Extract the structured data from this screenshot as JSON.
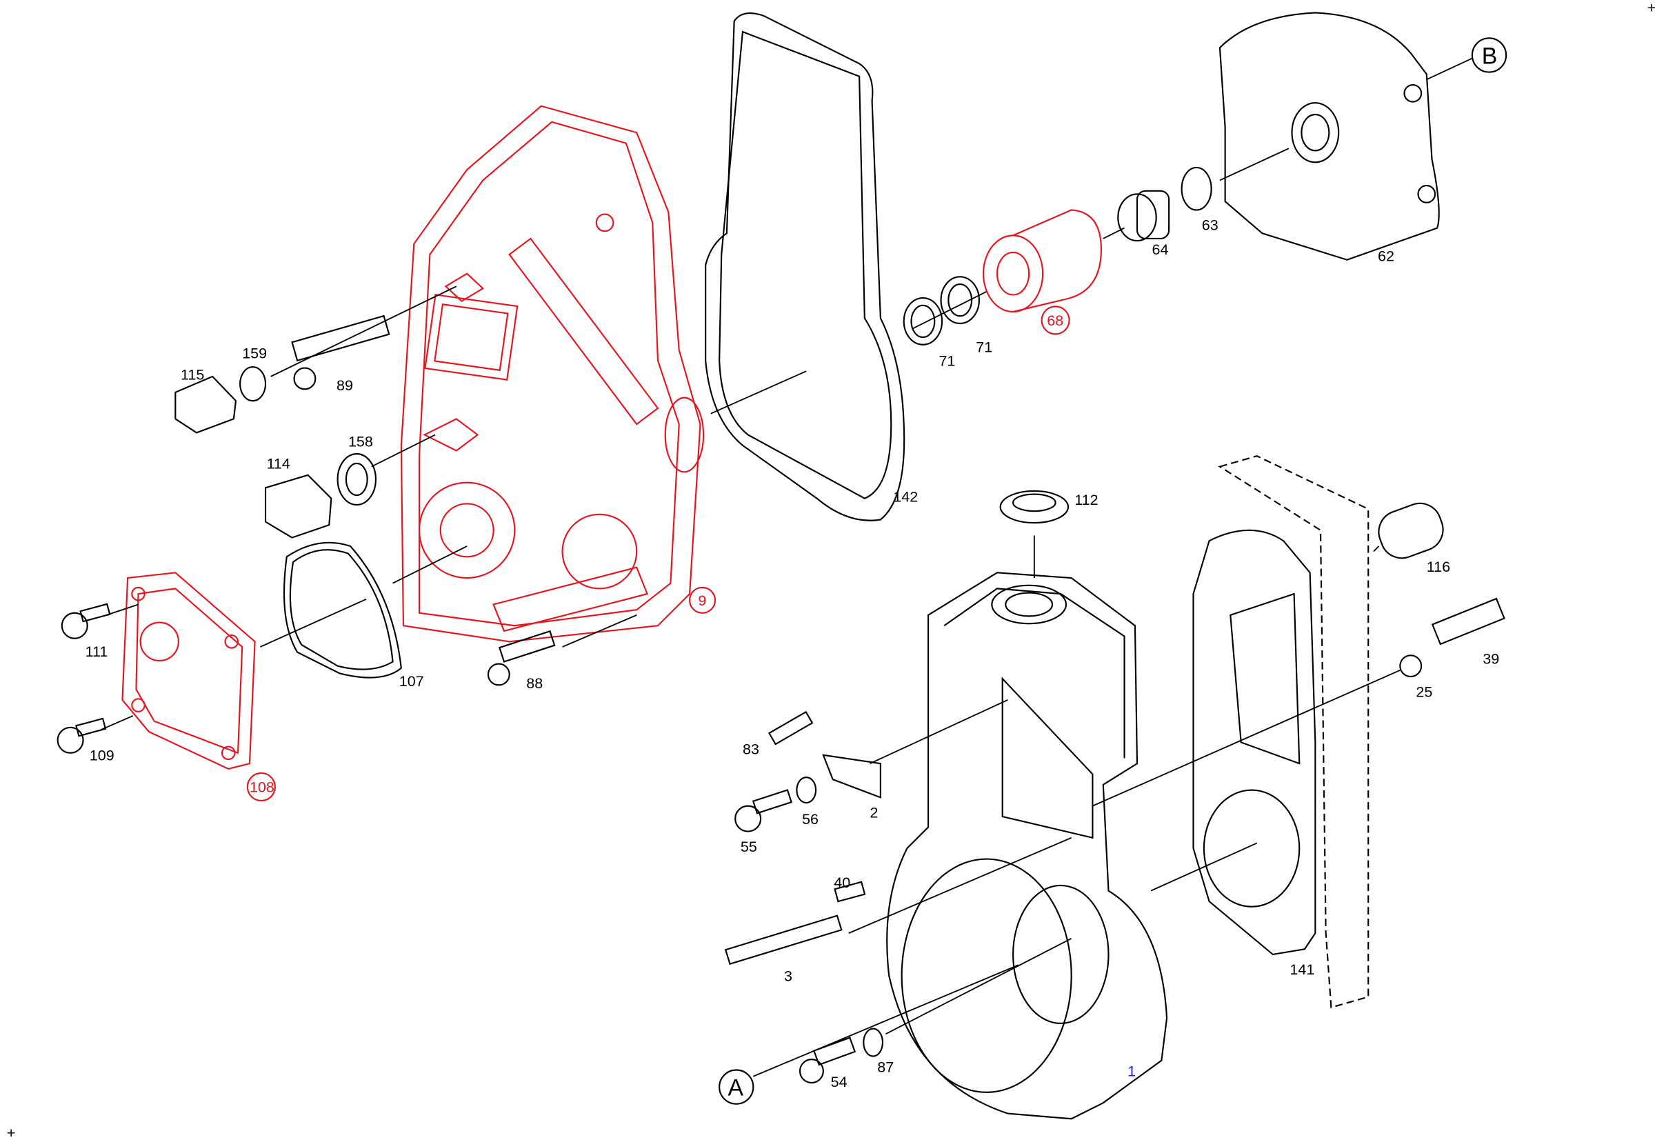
{
  "diagram": {
    "title": "Exploded parts view",
    "colors": {
      "highlight": "#e8141c",
      "line": "#000000",
      "selected": "#1a1aff"
    },
    "labels": [
      {
        "id": "115"
      },
      {
        "id": "159"
      },
      {
        "id": "89"
      },
      {
        "id": "114"
      },
      {
        "id": "158"
      },
      {
        "id": "111"
      },
      {
        "id": "109"
      },
      {
        "id": "108",
        "highlight": true
      },
      {
        "id": "107"
      },
      {
        "id": "88"
      },
      {
        "id": "9",
        "highlight": true
      },
      {
        "id": "142"
      },
      {
        "id": "71"
      },
      {
        "id": "71"
      },
      {
        "id": "68",
        "highlight": true
      },
      {
        "id": "64"
      },
      {
        "id": "63"
      },
      {
        "id": "62"
      },
      {
        "id": "B"
      },
      {
        "id": "112"
      },
      {
        "id": "116"
      },
      {
        "id": "39"
      },
      {
        "id": "25"
      },
      {
        "id": "141"
      },
      {
        "id": "83"
      },
      {
        "id": "2"
      },
      {
        "id": "56"
      },
      {
        "id": "55"
      },
      {
        "id": "40"
      },
      {
        "id": "3"
      },
      {
        "id": "54"
      },
      {
        "id": "87"
      },
      {
        "id": "1",
        "selected": true
      },
      {
        "id": "A"
      }
    ]
  }
}
